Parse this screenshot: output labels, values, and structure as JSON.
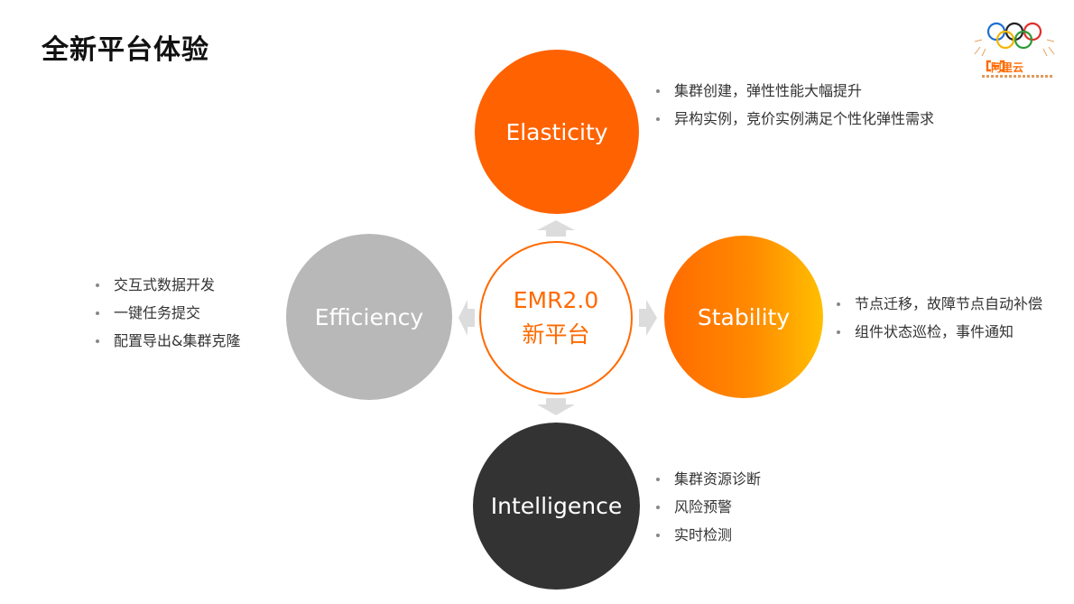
{
  "page": {
    "title": "全新平台体验"
  },
  "logo": {
    "brand": "阿里云"
  },
  "center": {
    "line1": "EMR2.0",
    "line2": "新平台"
  },
  "nodes": {
    "elasticity": {
      "label": "Elasticity",
      "color": "#ff6200",
      "bullets": [
        "集群创建，弹性性能大幅提升",
        "异构实例，竞价实例满足个性化弹性需求"
      ]
    },
    "efficiency": {
      "label": "Efficiency",
      "color": "#b8b8b8",
      "bullets": [
        "交互式数据开发",
        "一键任务提交",
        "配置导出&集群克隆"
      ]
    },
    "stability": {
      "label": "Stability",
      "color": "#ff6a00",
      "bullets": [
        "节点迁移，故障节点自动补偿",
        "组件状态巡检，事件通知"
      ]
    },
    "intelligence": {
      "label": "Intelligence",
      "color": "#333333",
      "bullets": [
        "集群资源诊断",
        "风险预警",
        "实时检测"
      ]
    }
  }
}
